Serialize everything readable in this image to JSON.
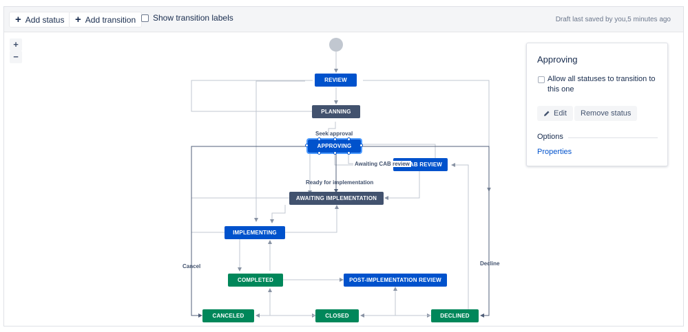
{
  "toolbar": {
    "add_status": "Add status",
    "add_transition": "Add transition",
    "show_labels": "Show transition labels",
    "saved_status": "Draft last saved by you,5 minutes ago"
  },
  "zoom": {
    "in": "+",
    "out": "−"
  },
  "nodes": {
    "review": "REVIEW",
    "planning": "PLANNING",
    "approving": "APPROVING",
    "cab_review": "CAB REVIEW",
    "awaiting_implementation": "AWAITING IMPLEMENTATION",
    "implementing": "IMPLEMENTING",
    "completed": "COMPLETED",
    "post_implementation_review": "POST-IMPLEMENTATION REVIEW",
    "canceled": "CANCELED",
    "closed": "CLOSED",
    "declined": "DECLINED"
  },
  "transitions": {
    "seek_approval": "Seek approval",
    "awaiting_cab_review": "Awaiting CAB review",
    "ready_for_implementation": "Ready for implementation",
    "cancel": "Cancel",
    "decline": "Decline"
  },
  "panel": {
    "title": "Approving",
    "allow_all": "Allow all statuses to transition to this one",
    "edit": "Edit",
    "remove": "Remove status",
    "options": "Options",
    "properties": "Properties"
  },
  "colors": {
    "blue": "#0052cc",
    "navy": "#42526e",
    "green": "#00875a"
  }
}
